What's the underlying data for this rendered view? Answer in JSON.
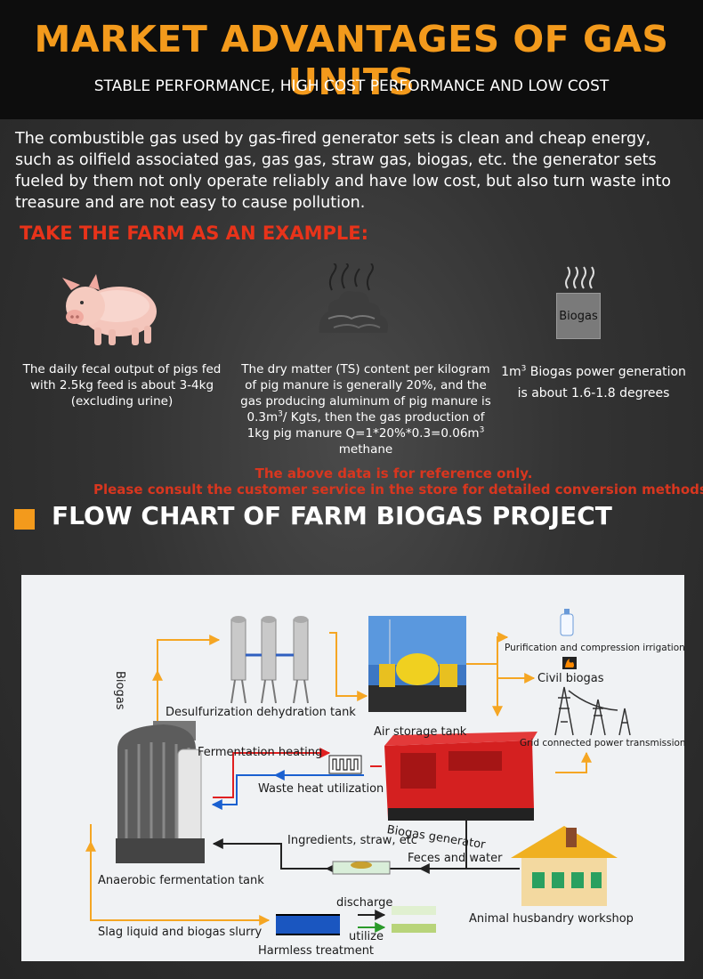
{
  "header": {
    "title": "MARKET ADVANTAGES OF GAS UNITS",
    "subtitle": "STABLE PERFORMANCE, HIGH COST PERFORMANCE AND LOW COST"
  },
  "intro": "The combustible gas used by gas-fired generator sets is clean and cheap energy, such as oilfield associated gas, gas gas, straw gas, biogas, etc. the generator sets fueled by them not only operate reliably and have low cost, but also turn waste into treasure and are not easy to cause pollution.",
  "example": {
    "heading": "TAKE THE FARM AS AN EXAMPLE:",
    "biogas_box_label": "Biogas",
    "col1": "The daily fecal output of pigs fed with 2.5kg feed is about 3-4kg (excluding urine)",
    "col2_a": "The dry matter (TS) content per kilogram of pig manure is generally 20%, and the gas producing aluminum of pig manure is 0.3m",
    "col2_sup1": "3",
    "col2_b": "/ Kgts, then the gas production of 1kg pig manure Q=1*20%*0.3=0.06m",
    "col2_sup2": "3",
    "col2_c": " methane",
    "col3_a": "1m",
    "col3_sup": "3",
    "col3_b": " Biogas power generation is about 1.6-1.8 degrees"
  },
  "notes": {
    "line1": "The above data is for reference only.",
    "line2": "Please consult the customer service in the store for detailed conversion methods"
  },
  "section": {
    "title": "FLOW CHART OF FARM BIOGAS PROJECT"
  },
  "flow": {
    "biogas_vertical": "Biogas",
    "desulfurization": "Desulfurization dehydration tank",
    "air_storage": "Air storage tank",
    "purification": "Purification and compression irrigation",
    "civil_biogas": "Civil biogas",
    "grid": "Grid connected power transmission",
    "fermentation_heating": "Fermentation heating",
    "waste_heat": "Waste heat utilization",
    "generator": "Biogas generator",
    "ingredients": "Ingredients, straw, etc",
    "feces": "Feces and water",
    "anaerobic": "Anaerobic fermentation tank",
    "workshop": "Animal husbandry workshop",
    "discharge": "discharge",
    "utilize": "utilize",
    "slag": "Slag liquid and biogas slurry",
    "harmless": "Harmless treatment"
  },
  "colors": {
    "accent_orange": "#f39a1c",
    "accent_red": "#e8331a",
    "flow_line": "#f5a623"
  }
}
